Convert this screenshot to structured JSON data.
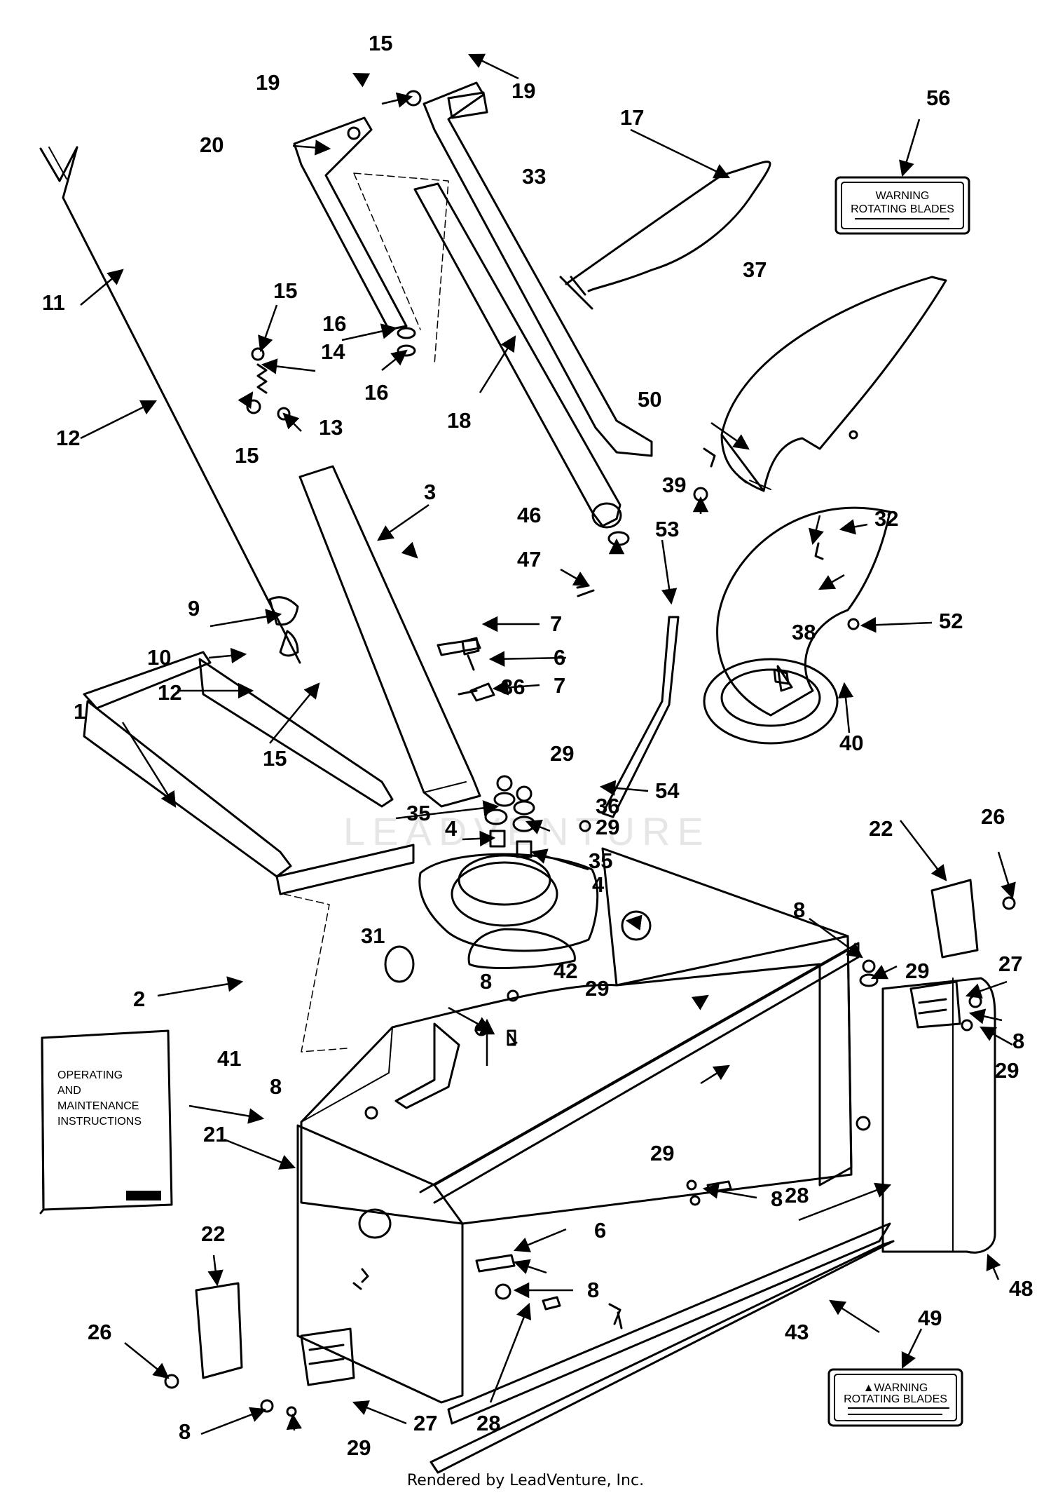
{
  "diagram": {
    "callouts": [
      "1",
      "2",
      "3",
      "4",
      "6",
      "7",
      "8",
      "9",
      "10",
      "11",
      "12",
      "13",
      "14",
      "15",
      "16",
      "17",
      "18",
      "19",
      "20",
      "21",
      "22",
      "26",
      "27",
      "28",
      "29",
      "31",
      "32",
      "33",
      "35",
      "36",
      "37",
      "38",
      "39",
      "40",
      "41",
      "42",
      "43",
      "46",
      "47",
      "48",
      "49",
      "50",
      "52",
      "53",
      "54",
      "56"
    ]
  },
  "manual": {
    "line1": "OPERATING",
    "line2": "AND",
    "line3": "MAINTENANCE",
    "line4": "INSTRUCTIONS"
  },
  "decal_top": {
    "title": "WARNING",
    "subtitle": "ROTATING BLADES"
  },
  "decal_bottom": {
    "title": "▲WARNING",
    "subtitle": "ROTATING BLADES"
  },
  "watermark": "LEADVENTURE",
  "footer": "Rendered by LeadVenture, Inc."
}
